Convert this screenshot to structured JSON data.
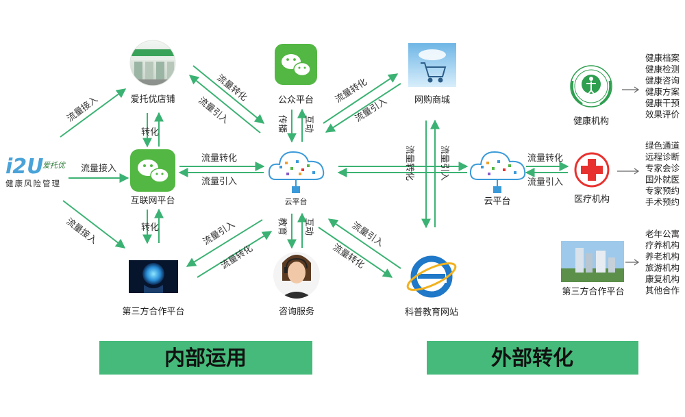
{
  "brand": {
    "logo_text": "i2U",
    "logo_sub": "爱托优",
    "tagline": "健康风险管理"
  },
  "nodes": {
    "shop": "爱托优店铺",
    "internet": "互联网平台",
    "third_left": "第三方合作平台",
    "wechat_public": "公众平台",
    "cloud_center": "云平台",
    "consult": "咨询服务",
    "mall": "网购商城",
    "cloud_right": "云平台",
    "science": "科普教育网站",
    "health_org": "健康机构",
    "medical_org": "医疗机构",
    "third_right": "第三方合作平台"
  },
  "edges": {
    "flow_in_1": "流量接入",
    "flow_in_2": "流量接入",
    "flow_in_3": "流量接入",
    "convert_1": "转化",
    "convert_2": "转化",
    "shop_conv": "流量转化",
    "shop_lead": "流量引入",
    "net_conv": "流量转化",
    "net_lead": "流量引入",
    "third_lead": "流量引入",
    "third_conv": "流量转化",
    "wx_spread": "传播",
    "wx_interact": "互动",
    "consult_edu": "教育",
    "consult_interact": "互动",
    "mall_conv": "流量转化",
    "mall_lead": "流量引入",
    "sci_lead": "流量引入",
    "sci_conv": "流量转化",
    "mid_conv": "流量转化",
    "mid_lead": "流量引入",
    "right_conv": "流量转化",
    "right_lead": "流量引入"
  },
  "lists": {
    "health": [
      "健康档案",
      "健康检测",
      "健康咨询",
      "健康方案",
      "健康干预",
      "效果评价"
    ],
    "medical": [
      "绿色通道",
      "远程诊断",
      "专家会诊",
      "国外就医",
      "专家预约",
      "手术预约"
    ],
    "partners": [
      "老年公寓",
      "疗养机构",
      "养老机构",
      "旅游机构",
      "康复机构",
      "其他合作"
    ]
  },
  "banners": {
    "internal": "内部运用",
    "external": "外部转化"
  },
  "colors": {
    "green": "#3bb273",
    "banner": "#45ba7a",
    "wechat": "#53b743",
    "red": "#e8322f",
    "ie": "#1f78c8"
  }
}
